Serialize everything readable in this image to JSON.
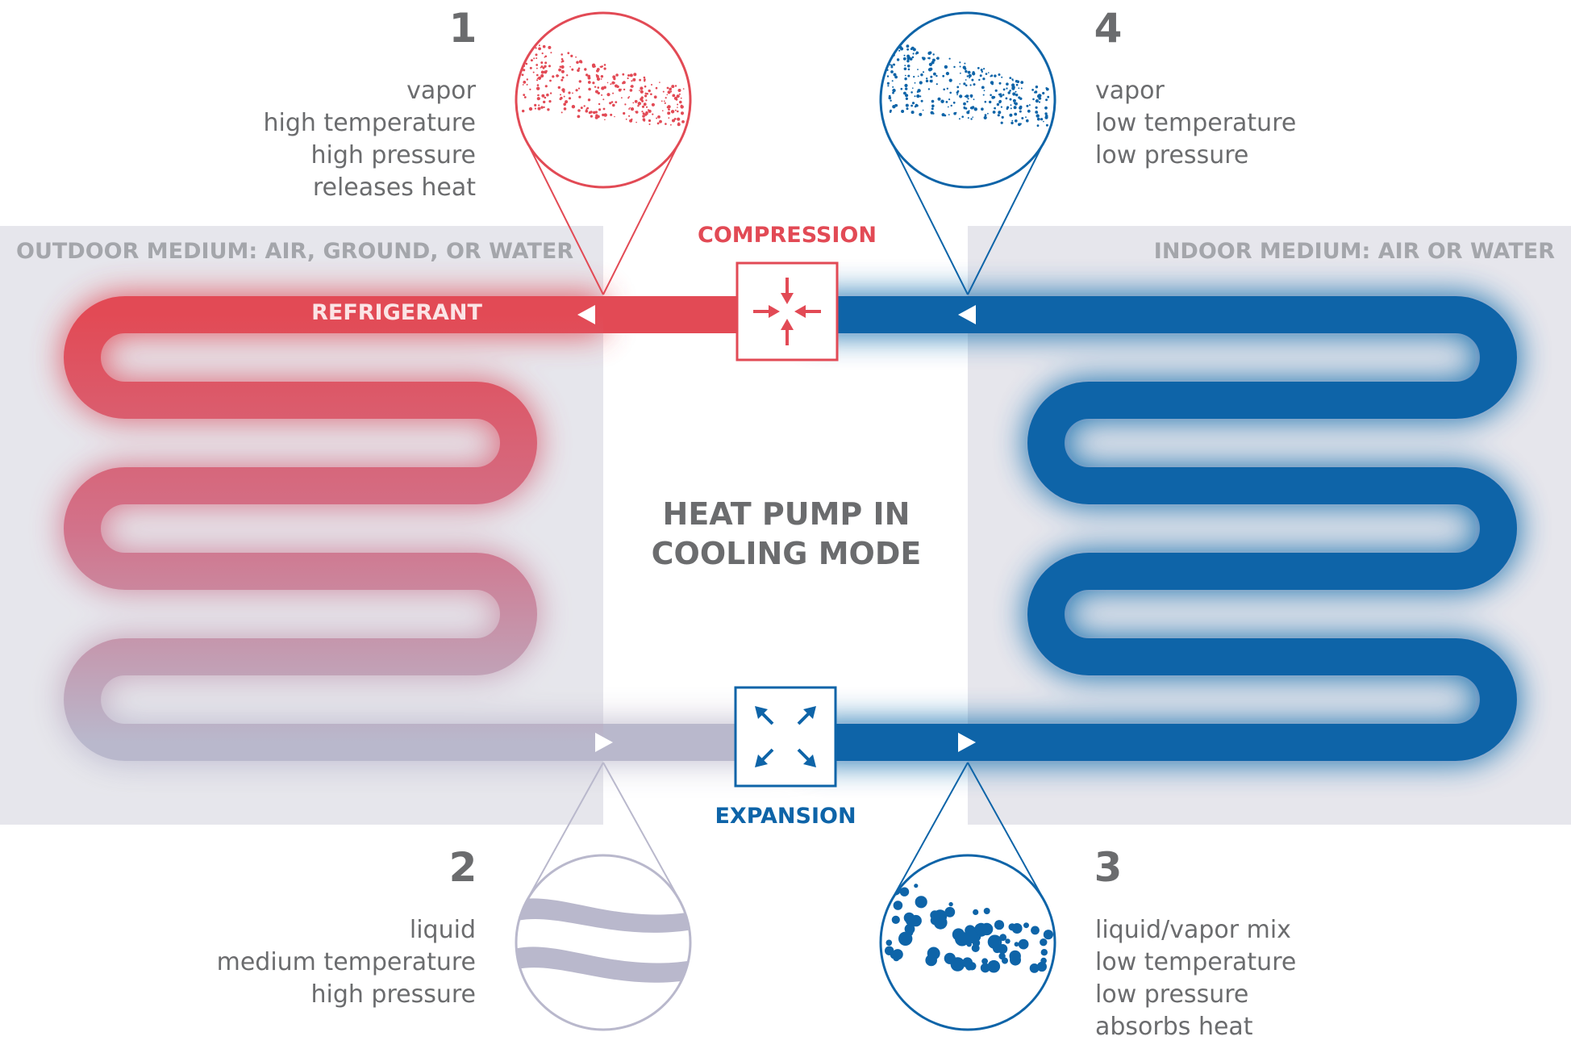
{
  "colors": {
    "hot": "#e24a55",
    "cold": "#0e64a8",
    "medium": "#b9b8cc",
    "zone": "#e6e6ec",
    "text": "#6b6c6e",
    "zone_text": "#a4a6ab"
  },
  "zones": {
    "outdoor": "OUTDOOR MEDIUM: AIR, GROUND, OR WATER",
    "indoor": "INDOOR MEDIUM: AIR OR WATER"
  },
  "labels": {
    "refrigerant": "REFRIGERANT",
    "compression": "COMPRESSION",
    "expansion": "EXPANSION",
    "title_line1": "HEAT PUMP IN",
    "title_line2": "COOLING MODE"
  },
  "states": [
    {
      "number": "1",
      "lines": [
        "vapor",
        "high temperature",
        "high pressure",
        "releases heat"
      ]
    },
    {
      "number": "2",
      "lines": [
        "liquid",
        "medium temperature",
        "high pressure"
      ]
    },
    {
      "number": "3",
      "lines": [
        "liquid/vapor mix",
        "low temperature",
        "low pressure",
        "absorbs heat"
      ]
    },
    {
      "number": "4",
      "lines": [
        "vapor",
        "low temperature",
        "low pressure"
      ]
    }
  ],
  "icons": {
    "compression": "arrows-inward-icon",
    "expansion": "arrows-outward-icon",
    "flow": "triangle-arrow-icon"
  }
}
